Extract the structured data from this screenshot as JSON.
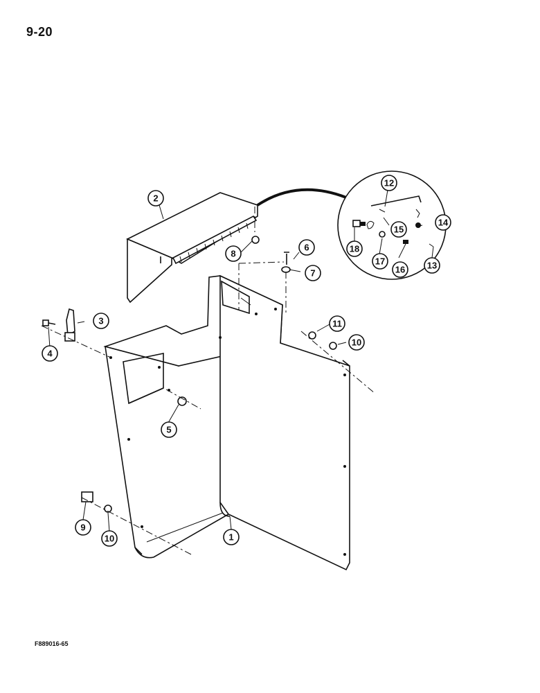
{
  "page": {
    "page_number": "9-20",
    "figure_code": "F889016-65"
  },
  "callouts": [
    {
      "id": "callout-1",
      "label": "1"
    },
    {
      "id": "callout-2",
      "label": "2"
    },
    {
      "id": "callout-3",
      "label": "3"
    },
    {
      "id": "callout-4",
      "label": "4"
    },
    {
      "id": "callout-5",
      "label": "5"
    },
    {
      "id": "callout-6",
      "label": "6"
    },
    {
      "id": "callout-7",
      "label": "7"
    },
    {
      "id": "callout-8",
      "label": "8"
    },
    {
      "id": "callout-9",
      "label": "9"
    },
    {
      "id": "callout-10a",
      "label": "10"
    },
    {
      "id": "callout-10b",
      "label": "10"
    },
    {
      "id": "callout-11",
      "label": "11"
    },
    {
      "id": "callout-12",
      "label": "12"
    },
    {
      "id": "callout-13",
      "label": "13"
    },
    {
      "id": "callout-14",
      "label": "14"
    },
    {
      "id": "callout-15",
      "label": "15"
    },
    {
      "id": "callout-16",
      "label": "16"
    },
    {
      "id": "callout-17",
      "label": "17"
    },
    {
      "id": "callout-18",
      "label": "18"
    }
  ]
}
